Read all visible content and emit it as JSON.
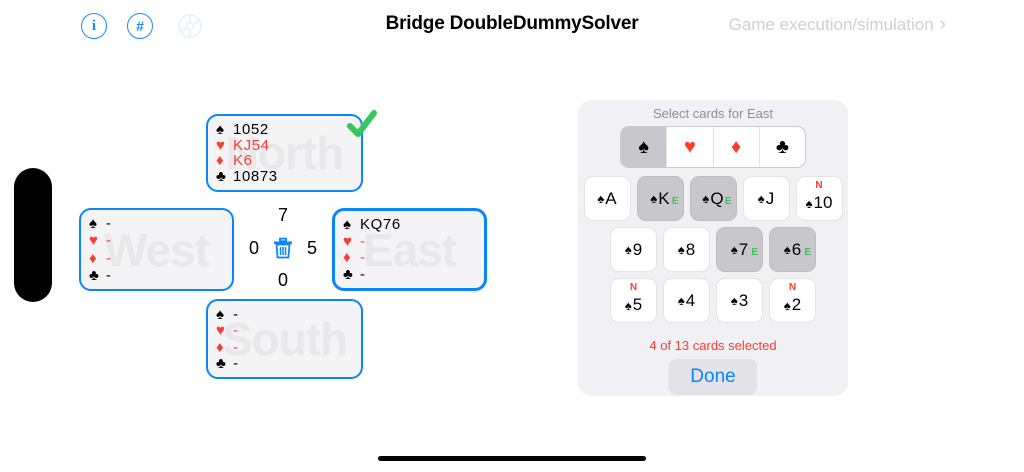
{
  "topbar": {
    "icons": [
      {
        "name": "info-icon",
        "glyph": "i"
      },
      {
        "name": "hash-icon",
        "glyph": "#"
      },
      {
        "name": "gear-icon",
        "glyph": "gear"
      }
    ],
    "title": "Bridge DoubleDummySolver",
    "game_execution_label": "Game execution/simulation",
    "chevron": "›"
  },
  "table": {
    "hands": {
      "north": {
        "watermark": "North",
        "suits": [
          {
            "symbol": "♠",
            "color": "black",
            "cards": "1052"
          },
          {
            "symbol": "♥",
            "color": "red",
            "cards": "KJ54"
          },
          {
            "symbol": "♦",
            "color": "red",
            "cards": "K6"
          },
          {
            "symbol": "♣",
            "color": "black",
            "cards": "10873"
          }
        ],
        "complete": true
      },
      "west": {
        "watermark": "West",
        "suits": [
          {
            "symbol": "♠",
            "color": "black",
            "cards": "-"
          },
          {
            "symbol": "♥",
            "color": "red",
            "cards": "-"
          },
          {
            "symbol": "♦",
            "color": "red",
            "cards": "-"
          },
          {
            "symbol": "♣",
            "color": "black",
            "cards": "-"
          }
        ],
        "complete": false
      },
      "east": {
        "watermark": "East",
        "suits": [
          {
            "symbol": "♠",
            "color": "black",
            "cards": "KQ76"
          },
          {
            "symbol": "♥",
            "color": "red",
            "cards": "-"
          },
          {
            "symbol": "♦",
            "color": "red",
            "cards": "-"
          },
          {
            "symbol": "♣",
            "color": "black",
            "cards": "-"
          }
        ],
        "complete": false
      },
      "south": {
        "watermark": "South",
        "suits": [
          {
            "symbol": "♠",
            "color": "black",
            "cards": "-"
          },
          {
            "symbol": "♥",
            "color": "red",
            "cards": "-"
          },
          {
            "symbol": "♦",
            "color": "red",
            "cards": "-"
          },
          {
            "symbol": "♣",
            "color": "black",
            "cards": "-"
          }
        ],
        "complete": false
      }
    },
    "counters": {
      "north": "7",
      "west": "0",
      "east": "5",
      "south": "0"
    },
    "trash_icon": "trash-icon"
  },
  "panel": {
    "title": "Select cards for East",
    "suit_tabs": [
      {
        "name": "spade",
        "glyph": "♠",
        "color": "#000000",
        "selected": true
      },
      {
        "name": "heart",
        "glyph": "♥",
        "color": "#ff3b30",
        "selected": false
      },
      {
        "name": "diamond",
        "glyph": "♦",
        "color": "#ff3b30",
        "selected": false
      },
      {
        "name": "club",
        "glyph": "♣",
        "color": "#000000",
        "selected": false
      }
    ],
    "rows": [
      [
        {
          "pip": "♠",
          "rank": "A",
          "selected": false,
          "owner": ""
        },
        {
          "pip": "♠",
          "rank": "K",
          "selected": true,
          "owner": "E"
        },
        {
          "pip": "♠",
          "rank": "Q",
          "selected": true,
          "owner": "E"
        },
        {
          "pip": "♠",
          "rank": "J",
          "selected": false,
          "owner": ""
        },
        {
          "pip": "♠",
          "rank": "10",
          "selected": false,
          "owner": "N"
        }
      ],
      [
        {
          "pip": "♠",
          "rank": "9",
          "selected": false,
          "owner": ""
        },
        {
          "pip": "♠",
          "rank": "8",
          "selected": false,
          "owner": ""
        },
        {
          "pip": "♠",
          "rank": "7",
          "selected": true,
          "owner": "E"
        },
        {
          "pip": "♠",
          "rank": "6",
          "selected": true,
          "owner": "E"
        }
      ],
      [
        {
          "pip": "♠",
          "rank": "5",
          "selected": false,
          "owner": "N"
        },
        {
          "pip": "♠",
          "rank": "4",
          "selected": false,
          "owner": ""
        },
        {
          "pip": "♠",
          "rank": "3",
          "selected": false,
          "owner": ""
        },
        {
          "pip": "♠",
          "rank": "2",
          "selected": false,
          "owner": "N"
        }
      ]
    ],
    "selected_count_text": "4 of 13 cards selected",
    "done_label": "Done"
  },
  "colors": {
    "accent_blue": "#0a84ff",
    "red": "#ff3b30",
    "green": "#34c759",
    "panel_bg": "#f1f1f5",
    "selected_gray": "#c7c7cc"
  }
}
